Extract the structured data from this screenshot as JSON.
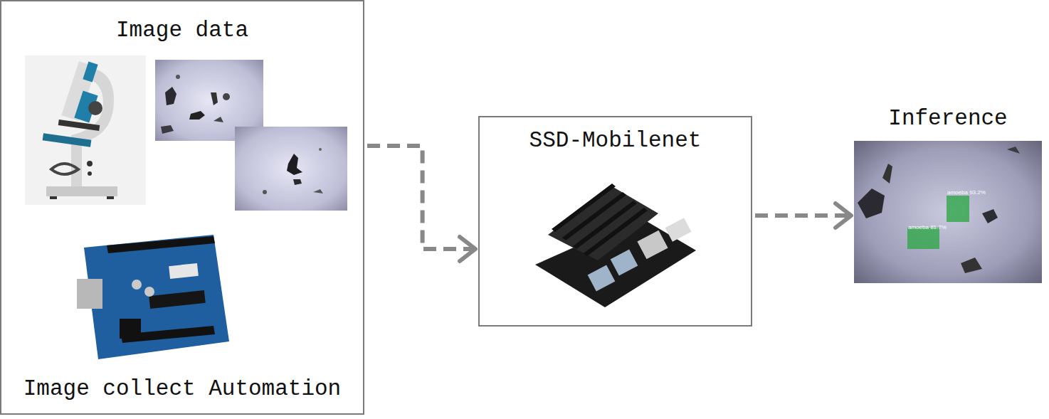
{
  "diagram": {
    "nodes": [
      {
        "text": [
          "Image data",
          "Image collect Automation"
        ]
      },
      {
        "text": [
          "SSD-Mobilenet"
        ]
      },
      {
        "text": [
          "Inference"
        ]
      }
    ],
    "edges": [
      {
        "from": 0,
        "to": 1,
        "arrow": "to"
      },
      {
        "from": 1,
        "to": 2,
        "arrow": "to"
      }
    ],
    "labels": [
      "amoeba 93.2%",
      "amoeba 81.7%"
    ]
  }
}
